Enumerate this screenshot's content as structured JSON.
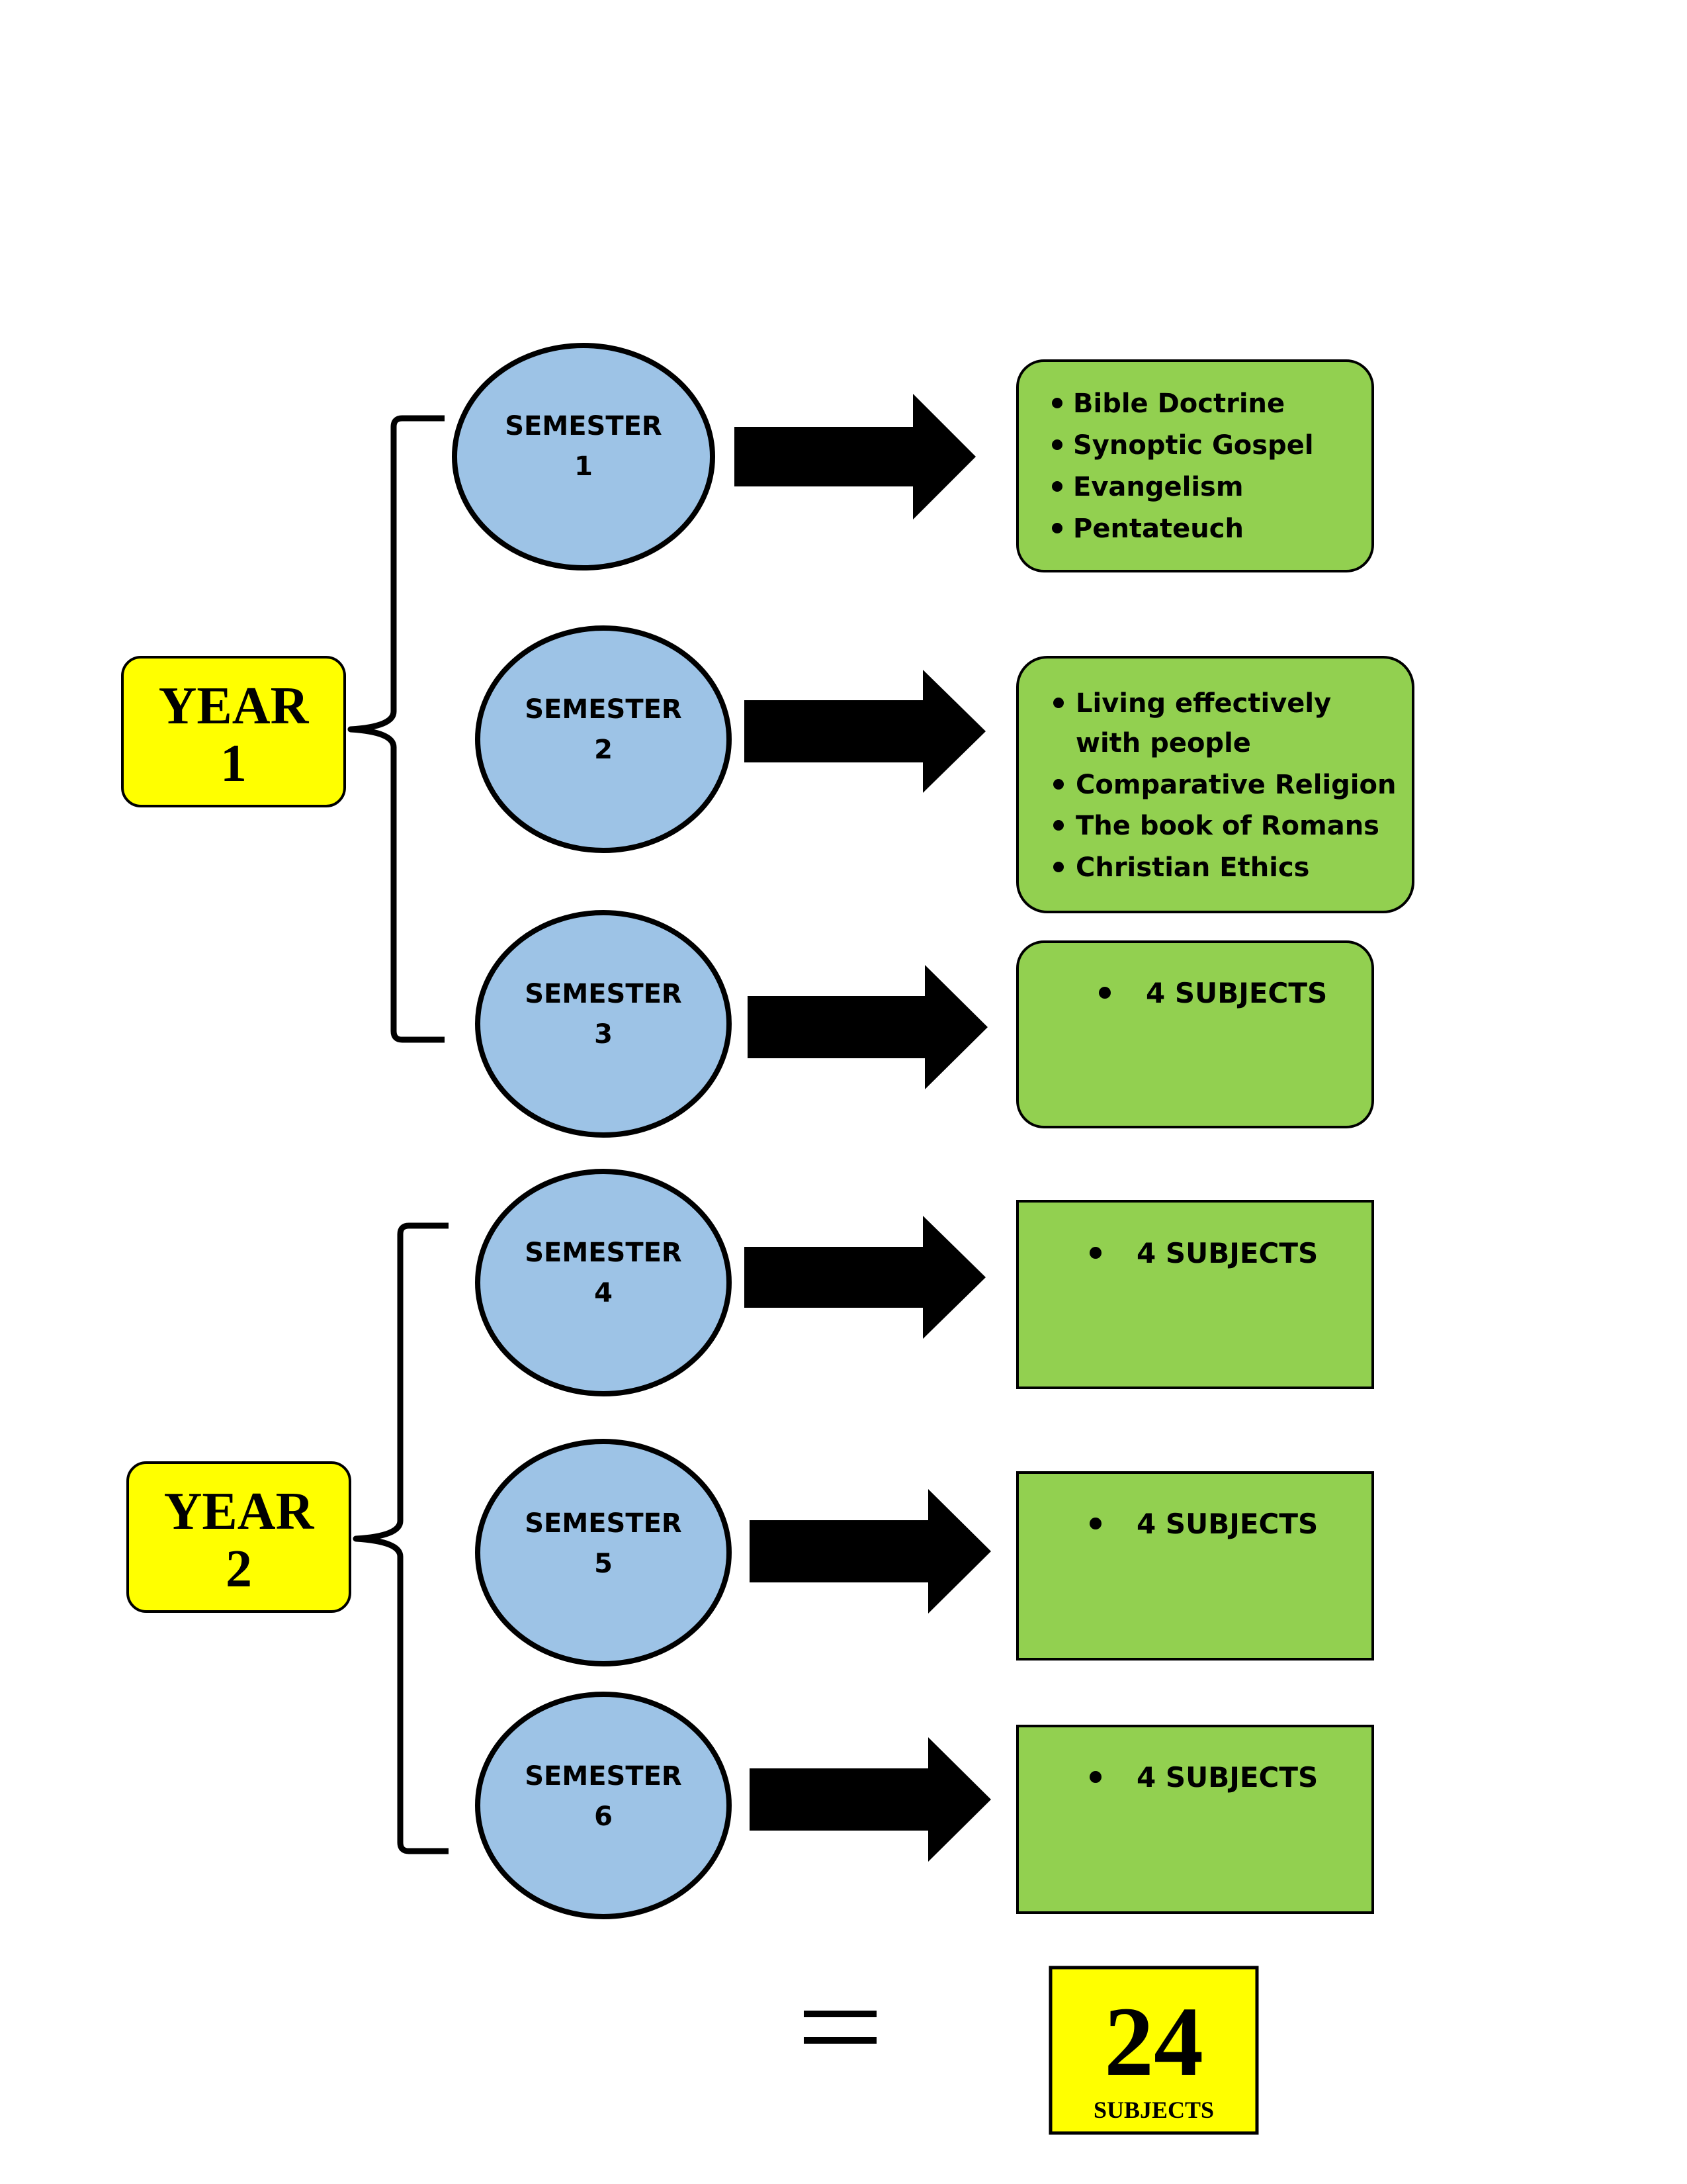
{
  "colors": {
    "year_box": "#ffff00",
    "semester_ellipse": "#9dc3e6",
    "subject_box": "#92d050",
    "total_box": "#ffff00",
    "arrow": "#000000"
  },
  "years": [
    {
      "label_line1": "YEAR",
      "label_line2": "1"
    },
    {
      "label_line1": "YEAR",
      "label_line2": "2"
    }
  ],
  "semesters": [
    {
      "label_line1": "SEMESTER",
      "label_line2": "1",
      "subjects": [
        "Bible Doctrine",
        "Synoptic Gospel",
        "Evangelism",
        "Pentateuch"
      ]
    },
    {
      "label_line1": "SEMESTER",
      "label_line2": "2",
      "subjects": [
        "Living effectively with people",
        "Comparative Religion",
        "The book of Romans",
        "Christian Ethics"
      ]
    },
    {
      "label_line1": "SEMESTER",
      "label_line2": "3",
      "subjects": [
        "4 SUBJECTS"
      ]
    },
    {
      "label_line1": "SEMESTER",
      "label_line2": "4",
      "subjects": [
        "4 SUBJECTS"
      ]
    },
    {
      "label_line1": "SEMESTER",
      "label_line2": "5",
      "subjects": [
        "4 SUBJECTS"
      ]
    },
    {
      "label_line1": "SEMESTER",
      "label_line2": "6",
      "subjects": [
        "4 SUBJECTS"
      ]
    }
  ],
  "total": {
    "number": "24",
    "label": "SUBJECTS"
  }
}
